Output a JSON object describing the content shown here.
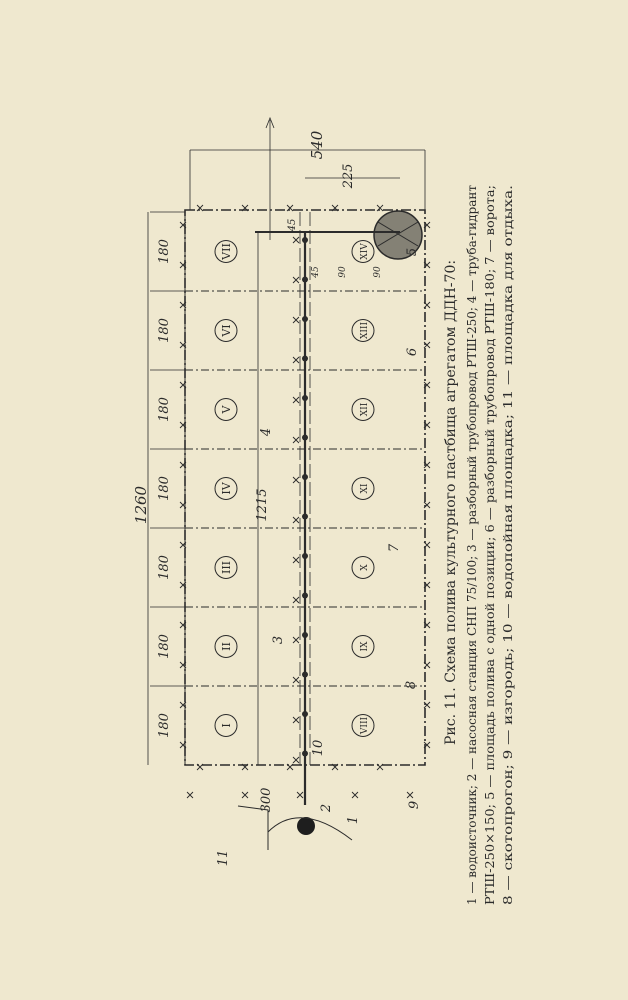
{
  "caption": "Рис. 11. Схема полива культурного пастбища агрегатом ДДН-70:",
  "legend_lines": [
    "1 — водоисточник; 2 — насосная станция СНП 75/100; 3 — разборный трубопровод РТШ-250; 4 — труба-гидрант",
    "РТШ-250×150; 5 — площадь полива с одной позиции; 6 — разборный трубопровод РТШ-180; 7 — ворота;",
    "8 — скотопрогон; 9 — изгородь; 10 — водопойная площадка; 11 — площадка для отдыха."
  ],
  "dimensions": {
    "total_length": "1260",
    "inner_length": "1215",
    "segment": "180",
    "offset": "300",
    "total_width": "540",
    "half_width": "225",
    "gap": "45",
    "small_90": "90",
    "small_45": "45"
  },
  "paddocks_top": [
    "I",
    "II",
    "III",
    "IV",
    "V",
    "VI",
    "VII"
  ],
  "paddocks_bottom": [
    "VIII",
    "IX",
    "X",
    "XI",
    "XII",
    "XIII",
    "XIV"
  ],
  "callouts": [
    "1",
    "2",
    "3",
    "4",
    "5",
    "6",
    "7",
    "8",
    "9",
    "10",
    "11"
  ]
}
